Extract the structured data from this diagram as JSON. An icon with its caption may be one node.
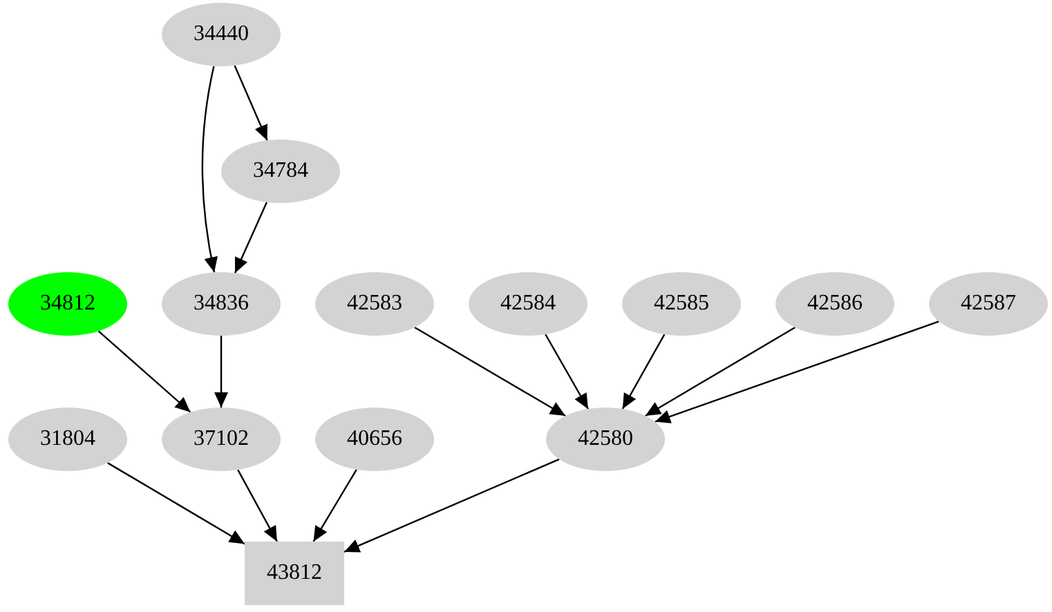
{
  "diagram": {
    "nodes": [
      {
        "text": [
          "34440"
        ]
      },
      {
        "text": [
          "34784"
        ]
      },
      {
        "text": [
          "34812"
        ]
      },
      {
        "text": [
          "34836"
        ]
      },
      {
        "text": [
          "42583"
        ]
      },
      {
        "text": [
          "42584"
        ]
      },
      {
        "text": [
          "42585"
        ]
      },
      {
        "text": [
          "42586"
        ]
      },
      {
        "text": [
          "42587"
        ]
      },
      {
        "text": [
          "31804"
        ]
      },
      {
        "text": [
          "37102"
        ]
      },
      {
        "text": [
          "40656"
        ]
      },
      {
        "text": [
          "42580"
        ]
      },
      {
        "text": [
          "43812"
        ]
      }
    ],
    "edges": [
      {
        "from": 0,
        "to": 1,
        "arrow": "to"
      },
      {
        "from": 0,
        "to": 3,
        "arrow": "to"
      },
      {
        "from": 1,
        "to": 3,
        "arrow": "to"
      },
      {
        "from": 2,
        "to": 10,
        "arrow": "to"
      },
      {
        "from": 3,
        "to": 10,
        "arrow": "to"
      },
      {
        "from": 4,
        "to": 12,
        "arrow": "to"
      },
      {
        "from": 5,
        "to": 12,
        "arrow": "to"
      },
      {
        "from": 6,
        "to": 12,
        "arrow": "to"
      },
      {
        "from": 7,
        "to": 12,
        "arrow": "to"
      },
      {
        "from": 8,
        "to": 12,
        "arrow": "to"
      },
      {
        "from": 9,
        "to": 13,
        "arrow": "to"
      },
      {
        "from": 10,
        "to": 13,
        "arrow": "to"
      },
      {
        "from": 11,
        "to": 13,
        "arrow": "to"
      },
      {
        "from": 12,
        "to": 13,
        "arrow": "to"
      }
    ]
  }
}
